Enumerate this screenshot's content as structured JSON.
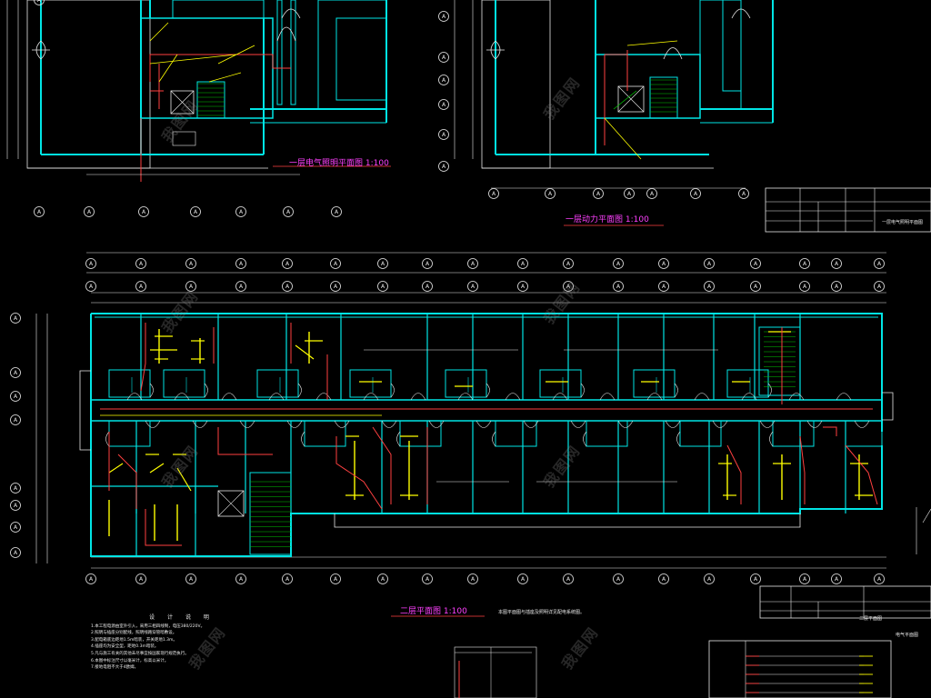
{
  "drawing": {
    "views": {
      "first_floor_lighting": "一层电气照明平面图  1:100",
      "first_floor_power": "一层动力平面图  1:100",
      "second_floor": "二层平面图  1:100",
      "note_under_plan": "本图平面图与插座及照明详见配电系统图。"
    },
    "notes": {
      "heading": "设 计 说 明",
      "lines": [
        "1.本工程电源由室外引入，采用三相四线制，电压380/220V。",
        "2.照明与插座分别配线，照明线路穿管暗敷设。",
        "3.配电箱底边距地1.5m暗装，开关距地1.3m。",
        "4.插座均为安全型，距地0.3m暗装。",
        "5.凡与施工有关的其他未尽事宜按国家现行规范执行。",
        "6.本图中标注尺寸以毫米计，标高以米计。",
        "7.接地电阻不大于4欧姆。"
      ]
    },
    "title_blocks": {
      "top_right_label": "一层电气照明平面图",
      "bottom_right_label": "二层平面图",
      "bottom_right_sub": "电气平面图"
    },
    "axis_bubble_letter": "A",
    "colors": {
      "walls": "#00e5e5",
      "wiring": "#ffff00",
      "circuits": "#ff4040",
      "dimensions": "#e8e8e8",
      "stair": "#00c800",
      "titles": "#ff40ff"
    },
    "watermark": "我图网"
  }
}
